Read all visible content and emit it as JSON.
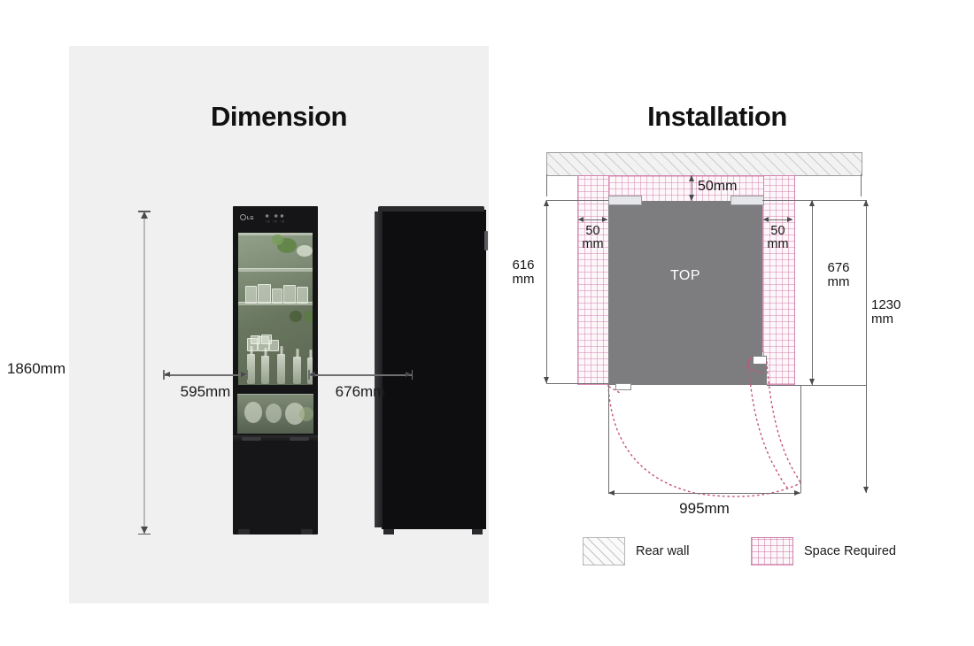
{
  "dimension": {
    "title": "Dimension",
    "height_label": "1860mm",
    "front_width_label": "595mm",
    "side_width_label": "676mm",
    "product": {
      "brand": "LG",
      "display_row1": "❄ ❄❄",
      "display_row2": "°F  °F  °F"
    }
  },
  "installation": {
    "title": "Installation",
    "top_label": "TOP",
    "top_gap_label": "50mm",
    "left_gap_label": "50",
    "left_gap_unit": "mm",
    "right_gap_label": "50",
    "right_gap_unit": "mm",
    "depth_left_value": "616",
    "depth_left_unit": "mm",
    "depth_right_value": "676",
    "depth_right_unit": "mm",
    "total_depth_value": "1230",
    "total_depth_unit": "mm",
    "door_swing_label": "995mm",
    "legend": [
      {
        "id": "rear-wall",
        "label": "Rear wall",
        "pattern": "diagonal-hatch",
        "color": "#b6b6b8"
      },
      {
        "id": "space-required",
        "label": "Space Required",
        "pattern": "pink-grid",
        "color": "#cd78a5"
      }
    ]
  },
  "colors": {
    "panel_background": "#f0f0f1",
    "page_background": "#ffffff",
    "product_body": "#151517",
    "top_box": "#7d7d7f",
    "grid_pink": "#cd78a5",
    "dimension_line": "#6f6f72",
    "text": "#1a1a1a"
  }
}
